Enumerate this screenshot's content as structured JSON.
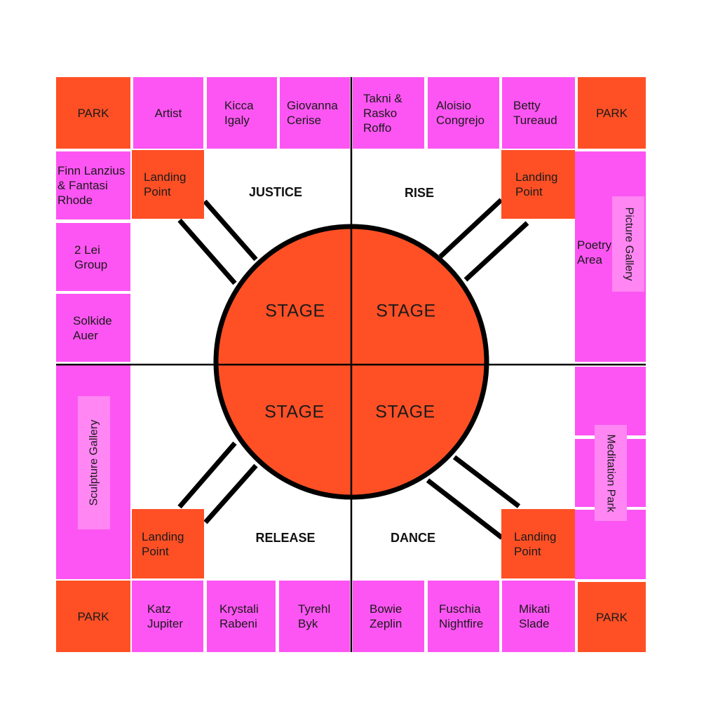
{
  "colors": {
    "booth": "#fd55f3",
    "park": "#ff5025",
    "stage": "#ff5025",
    "label_bg": "#ff86f3",
    "lines": "#000000"
  },
  "corners": {
    "top_left": "PARK",
    "top_right": "PARK",
    "bottom_left": "PARK",
    "bottom_right": "PARK"
  },
  "top_row": [
    "Artist",
    "Kicca\nIgaly",
    "Giovanna\nCerise",
    "Takni &\nRasko\nRoffo",
    "Aloisio\nCongrejo",
    "Betty\nTureaud"
  ],
  "bottom_row": [
    "Katz\nJupiter",
    "Krystali\nRabeni",
    "Tyrehl\nByk",
    "Bowie\nZeplin",
    "Fuschia\nNightfire",
    "Mikati\nSlade"
  ],
  "left_column": [
    "Finn Lanzius\n& Fantasi\nRhode",
    "2 Lei\nGroup",
    "Solkide\nAuer"
  ],
  "right_side": {
    "poetry": "Poetry\nArea",
    "picture_gallery": "Picture Gallery",
    "meditation_park": "Meditation Park"
  },
  "left_side": {
    "sculpture_gallery": "Sculpture Gallery"
  },
  "landing_points": {
    "top_left": "Landing\nPoint",
    "top_right": "Landing\nPoint",
    "bottom_left": "Landing\nPoint",
    "bottom_right": "Landing\nPoint"
  },
  "zones": {
    "top_left": "JUSTICE",
    "top_right": "RISE",
    "bottom_left": "RELEASE",
    "bottom_right": "DANCE"
  },
  "stages": [
    "STAGE",
    "STAGE",
    "STAGE",
    "STAGE"
  ]
}
